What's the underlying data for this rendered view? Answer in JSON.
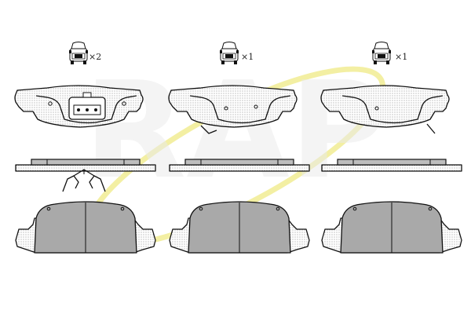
{
  "diagram": {
    "watermark": {
      "text": "RAP",
      "ring_color": "#f2ee9a",
      "letter_color": "#e6e6e6"
    },
    "columns": [
      {
        "id": "left",
        "quantity_label": "×2",
        "icon": "car-front-axle-icon",
        "has_wear_sensor": true
      },
      {
        "id": "middle",
        "quantity_label": "×1",
        "icon": "car-front-axle-icon",
        "has_wear_sensor": false
      },
      {
        "id": "right",
        "quantity_label": "×1",
        "icon": "car-front-axle-icon",
        "has_wear_sensor": false
      }
    ],
    "colors": {
      "friction_fill": "#a9a9a9",
      "backplate_pattern": "#777777",
      "outline": "#111111"
    }
  }
}
